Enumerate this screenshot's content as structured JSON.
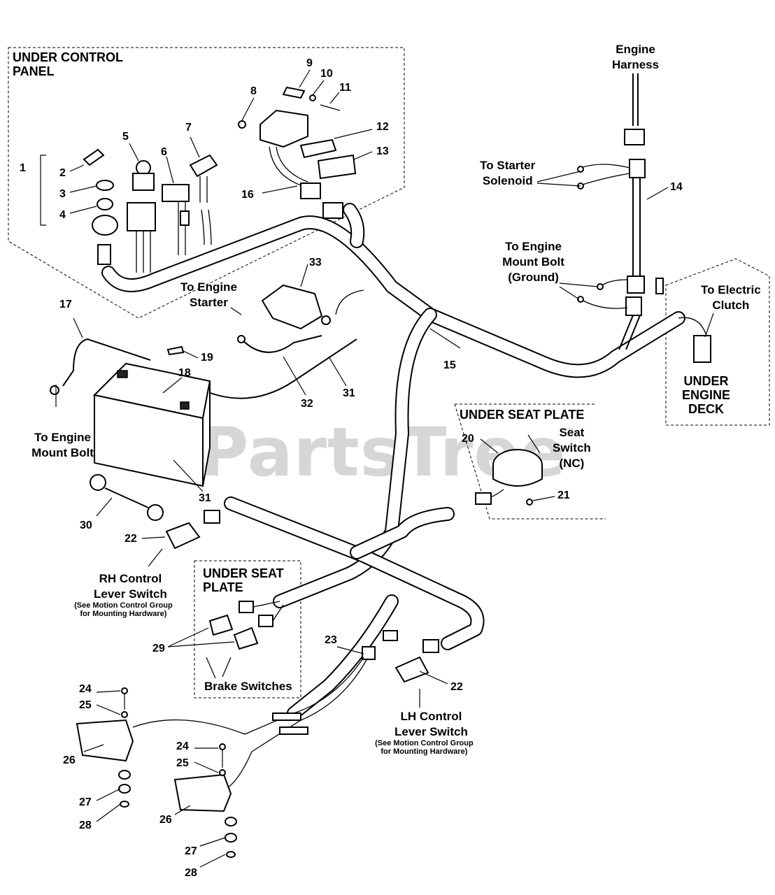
{
  "watermark": {
    "text": "PartsTree",
    "mark": "™"
  },
  "regions": {
    "under_control_panel": "UNDER CONTROL PANEL",
    "under_seat_plate_right": "UNDER SEAT PLATE",
    "under_seat_plate_lower": "UNDER SEAT PLATE",
    "under_engine_deck": "UNDER ENGINE DECK"
  },
  "callouts": {
    "engine_harness": "Engine Harness",
    "to_starter_solenoid": "To Starter Solenoid",
    "to_engine_mount_bolt_ground": "To Engine Mount Bolt (Ground)",
    "to_electric_clutch": "To Electric Clutch",
    "to_engine_starter": "To Engine Starter",
    "to_engine_mount_bolt": "To Engine Mount Bolt",
    "seat_switch": "Seat Switch (NC)",
    "rh_control_lever_switch": "RH Control Lever Switch",
    "rh_note": "(See Motion Control Group for Mounting Hardware)",
    "lh_control_lever_switch": "LH Control Lever Switch",
    "lh_note": "(See Motion Control Group for Mounting Hardware)",
    "brake_switches": "Brake Switches"
  },
  "part_numbers": {
    "n1": "1",
    "n2": "2",
    "n3": "3",
    "n4": "4",
    "n5": "5",
    "n6": "6",
    "n7": "7",
    "n8": "8",
    "n9": "9",
    "n10": "10",
    "n11": "11",
    "n12": "12",
    "n13": "13",
    "n14": "14",
    "n15": "15",
    "n16": "16",
    "n17": "17",
    "n18": "18",
    "n19": "19",
    "n20": "20",
    "n21": "21",
    "n22a": "22",
    "n22b": "22",
    "n23": "23",
    "n24a": "24",
    "n24b": "24",
    "n25a": "25",
    "n25b": "25",
    "n26a": "26",
    "n26b": "26",
    "n27a": "27",
    "n27b": "27",
    "n28a": "28",
    "n28b": "28",
    "n29": "29",
    "n30": "30",
    "n31a": "31",
    "n31b": "31",
    "n32": "32",
    "n33": "33"
  }
}
